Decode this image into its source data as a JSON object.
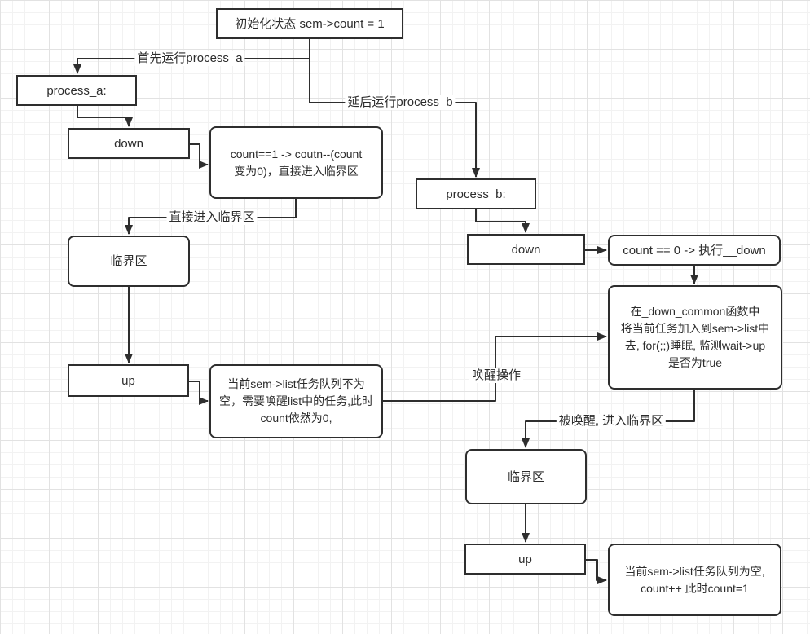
{
  "colors": {
    "stroke": "#2e2e2e",
    "node-fill": "#ffffff",
    "text": "#2c2c2c",
    "canvas-bg": "#ffffff",
    "grid-minor": "#f2f2f2",
    "grid-major": "#e2e2e2"
  },
  "nodes": {
    "init": {
      "label": "初始化状态 sem->count = 1"
    },
    "process_a": {
      "label": "process_a:"
    },
    "down_a": {
      "label": "down"
    },
    "note_down_a": {
      "label": "count==1 -> coutn--(count\n变为0)，直接进入临界区"
    },
    "critical_a": {
      "label": "临界区"
    },
    "up_a": {
      "label": "up"
    },
    "note_up_a": {
      "label": "当前sem->list任务队列不为\n空，需要唤醒list中的任务,此时\ncount依然为0,"
    },
    "process_b": {
      "label": "process_b:"
    },
    "down_b": {
      "label": "down"
    },
    "note_down_b": {
      "label": "count == 0 -> 执行__down"
    },
    "down_common": {
      "label": "在_down_common函数中\n将当前任务加入到sem->list中\n去, for(;;)睡眠, 监测wait->up\n是否为true"
    },
    "critical_b": {
      "label": "临界区"
    },
    "up_b": {
      "label": "up"
    },
    "note_up_b": {
      "label": "当前sem->list任务队列为空,\ncount++ 此时count=1"
    }
  },
  "edge_labels": {
    "run_a": "首先运行process_a",
    "run_b": "延后运行process_b",
    "enter_critical": "直接进入临界区",
    "wakeup": "唤醒操作",
    "woken": "被唤醒, 进入临界区"
  }
}
